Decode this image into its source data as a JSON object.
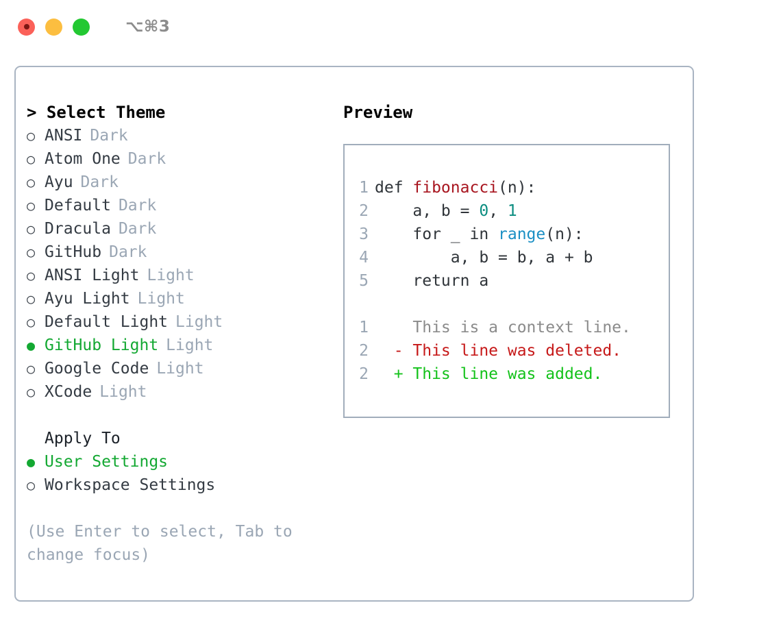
{
  "titlebar": {
    "shortcut": "⌥⌘3",
    "buttons": [
      {
        "name": "close",
        "color": "#fb6159"
      },
      {
        "name": "minimize",
        "color": "#fcbe40"
      },
      {
        "name": "zoom",
        "color": "#23c832"
      }
    ]
  },
  "theme_list": {
    "header": "> Select Theme",
    "bullet_unselected": "○",
    "bullet_selected": "●",
    "items": [
      {
        "label": "ANSI",
        "tag": "Dark",
        "selected": false
      },
      {
        "label": "Atom One",
        "tag": "Dark",
        "selected": false
      },
      {
        "label": "Ayu",
        "tag": "Dark",
        "selected": false
      },
      {
        "label": "Default",
        "tag": "Dark",
        "selected": false
      },
      {
        "label": "Dracula",
        "tag": "Dark",
        "selected": false
      },
      {
        "label": "GitHub",
        "tag": "Dark",
        "selected": false
      },
      {
        "label": "ANSI Light",
        "tag": "Light",
        "selected": false
      },
      {
        "label": "Ayu Light",
        "tag": "Light",
        "selected": false
      },
      {
        "label": "Default Light",
        "tag": "Light",
        "selected": false
      },
      {
        "label": "GitHub Light",
        "tag": "Light",
        "selected": true
      },
      {
        "label": "Google Code",
        "tag": "Light",
        "selected": false
      },
      {
        "label": "XCode",
        "tag": "Light",
        "selected": false
      }
    ]
  },
  "apply_to": {
    "header": "Apply To",
    "options": [
      {
        "label": "User Settings",
        "selected": true
      },
      {
        "label": "Workspace Settings",
        "selected": false
      }
    ]
  },
  "hint": "(Use Enter to select, Tab to change focus)",
  "preview": {
    "header": "Preview",
    "code_lines": [
      {
        "number": "1",
        "tokens": [
          {
            "text": "def ",
            "type": "plain"
          },
          {
            "text": "fibonacci",
            "type": "func"
          },
          {
            "text": "(n):",
            "type": "plain"
          }
        ]
      },
      {
        "number": "2",
        "tokens": [
          {
            "text": "    a, b = ",
            "type": "plain"
          },
          {
            "text": "0",
            "type": "num"
          },
          {
            "text": ", ",
            "type": "plain"
          },
          {
            "text": "1",
            "type": "num"
          }
        ]
      },
      {
        "number": "3",
        "tokens": [
          {
            "text": "    for _ in ",
            "type": "plain"
          },
          {
            "text": "range",
            "type": "call"
          },
          {
            "text": "(n):",
            "type": "plain"
          }
        ]
      },
      {
        "number": "4",
        "tokens": [
          {
            "text": "        a, b = b, a + b",
            "type": "plain"
          }
        ]
      },
      {
        "number": "5",
        "tokens": [
          {
            "text": "    return a",
            "type": "plain"
          }
        ]
      }
    ],
    "diff_lines": [
      {
        "number": "1",
        "marker": "  ",
        "text": "This is a context line.",
        "kind": "context"
      },
      {
        "number": "2",
        "marker": "- ",
        "text": "This line was deleted.",
        "kind": "deleted"
      },
      {
        "number": "2",
        "marker": "+ ",
        "text": "This line was added.",
        "kind": "added"
      }
    ]
  },
  "colors": {
    "accent_green": "#13a832",
    "muted": "#9aa6b4",
    "text": "#343b43",
    "border": "#a9b4c2",
    "func": "#a8151f",
    "number": "#0b8d80",
    "call": "#1a8fc4",
    "diff_deleted": "#c61919",
    "diff_added": "#14c21b",
    "diff_context": "#8b8b8b"
  }
}
